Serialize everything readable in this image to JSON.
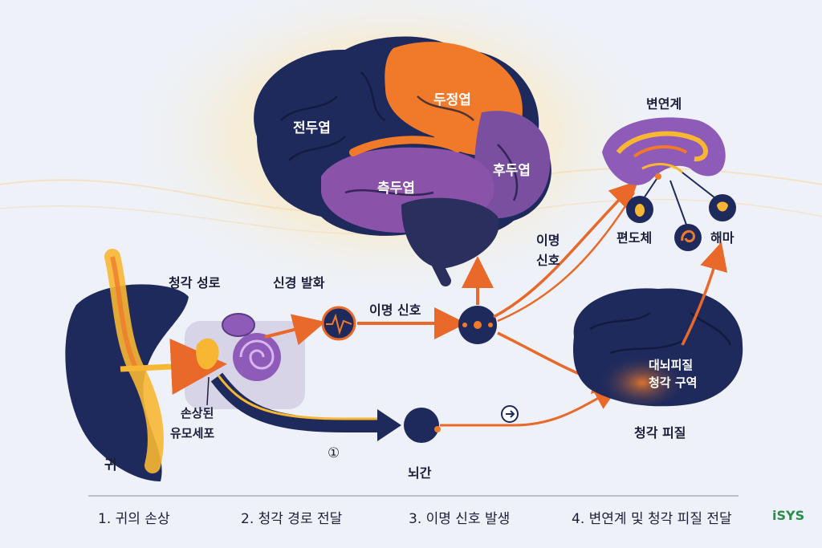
{
  "diagram": {
    "ear_label": "귀",
    "auditory_pathway": "청각 성로",
    "nerve_firing": "신경 발화",
    "damaged_cells_line1": "손상된",
    "damaged_cells_line2": "유모세포",
    "brainstem": "뇌간",
    "tinnitus_signal": "이명 신호",
    "tinnitus_signal_v1": "이명",
    "tinnitus_signal_v2": "신호",
    "step_marker": "①",
    "frontal_lobe": "전두엽",
    "parietal_lobe": "두정엽",
    "temporal_lobe": "측두엽",
    "occipital_lobe": "후두엽",
    "limbic_system": "변연계",
    "amygdala": "편도체",
    "hippocampus": "해마",
    "cortex_line1": "대뇌피질",
    "cortex_line2": "청각 구역",
    "auditory_cortex": "청각 피질"
  },
  "steps": [
    "1. 귀의 손상",
    "2. 청각 경로 전달",
    "3. 이명 신호 발생",
    "4. 변연계 및 청각 피질 전달"
  ],
  "logo": "iSYS",
  "colors": {
    "navy": "#1f2a5c",
    "orange": "#f07a2a",
    "purple": "#7b4fa0",
    "yellow": "#f7b733"
  }
}
